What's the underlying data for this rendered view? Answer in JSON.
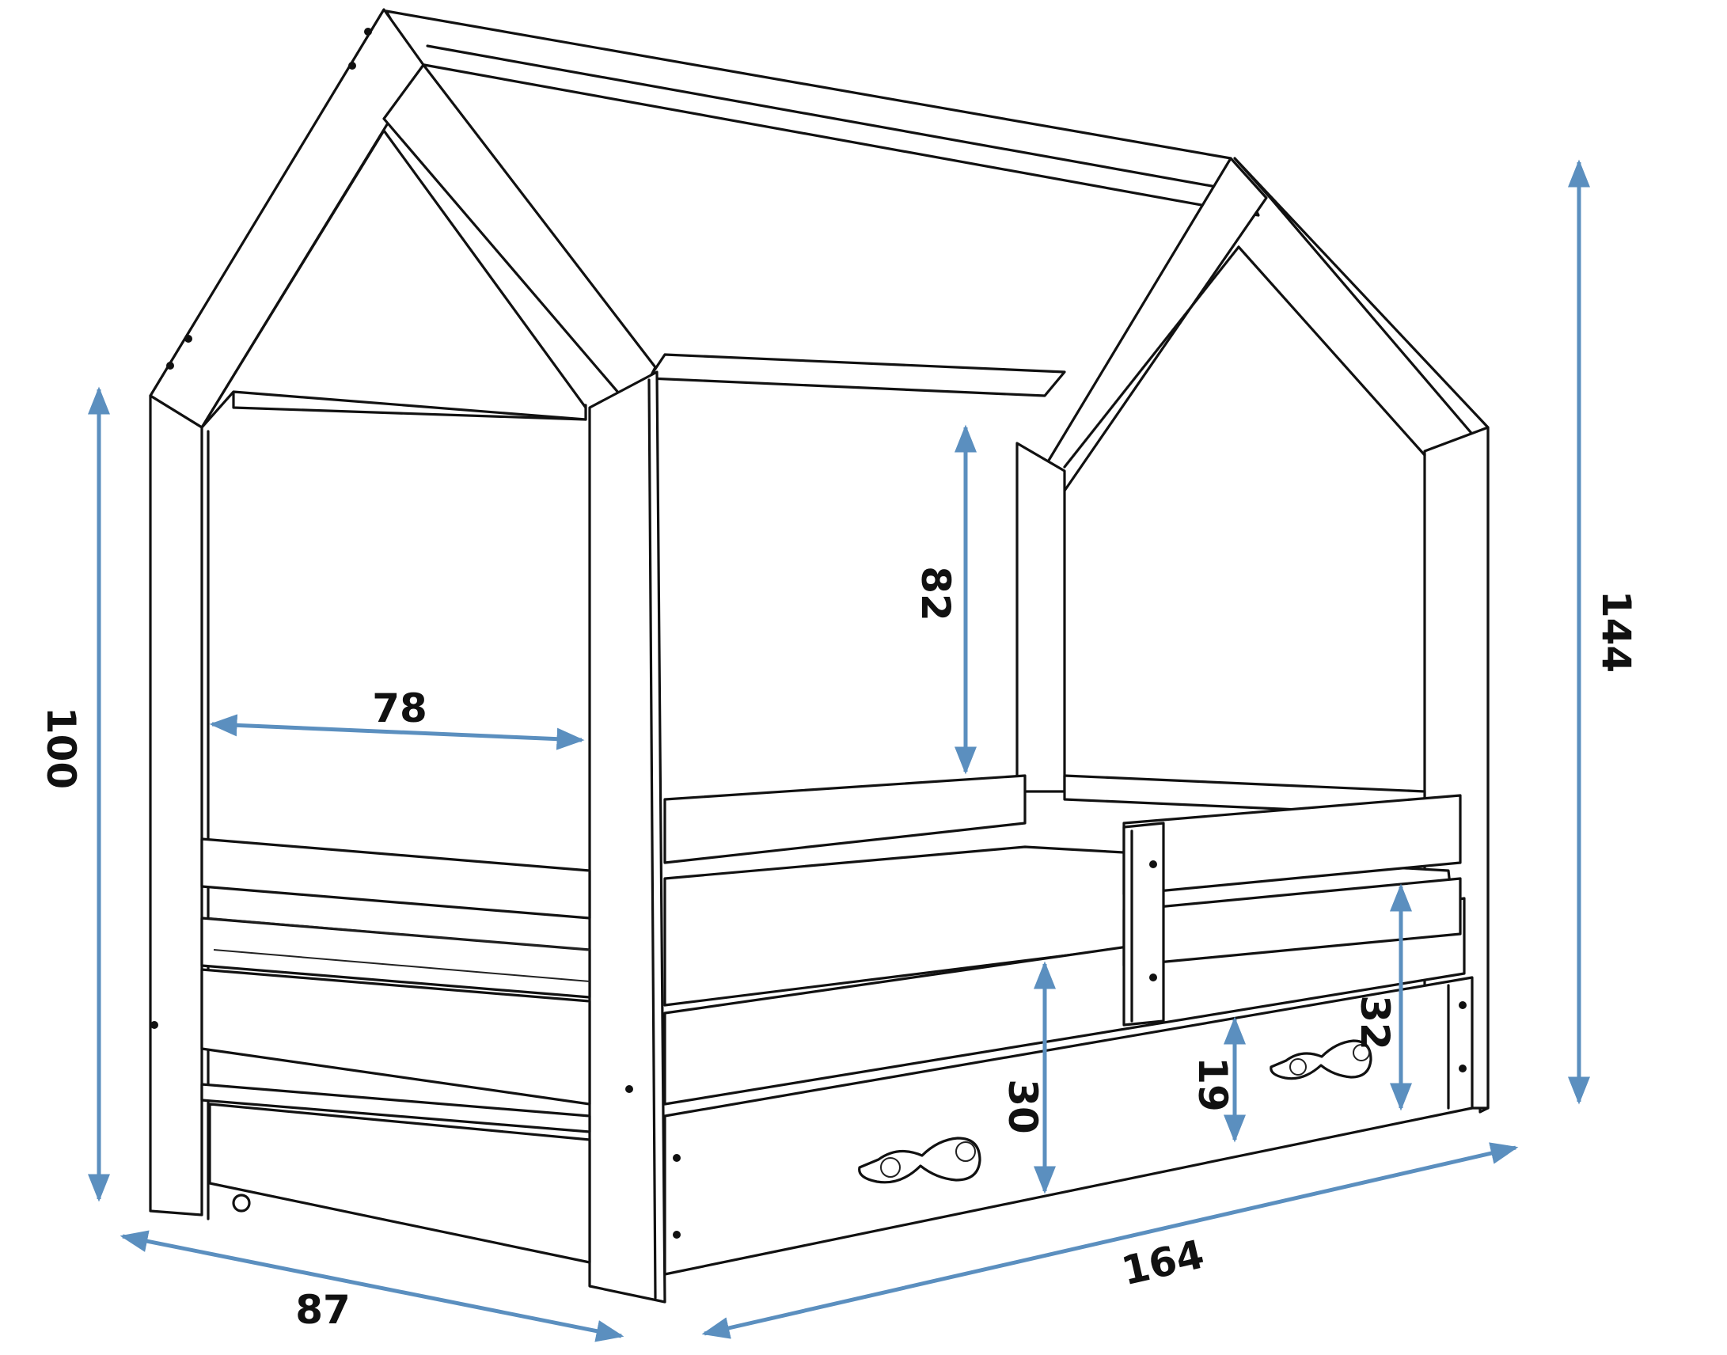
{
  "colors": {
    "dimension_arrow": "#5b8fbf",
    "outline": "#111111",
    "background": "#ffffff"
  },
  "dimensions": {
    "overall_height": "144",
    "side_height": "100",
    "inner_width": "78",
    "roof_clearance": "82",
    "bed_width": "87",
    "bed_length": "164",
    "bed_base_height": "30",
    "drawer_height": "19",
    "barrier_height": "32"
  }
}
